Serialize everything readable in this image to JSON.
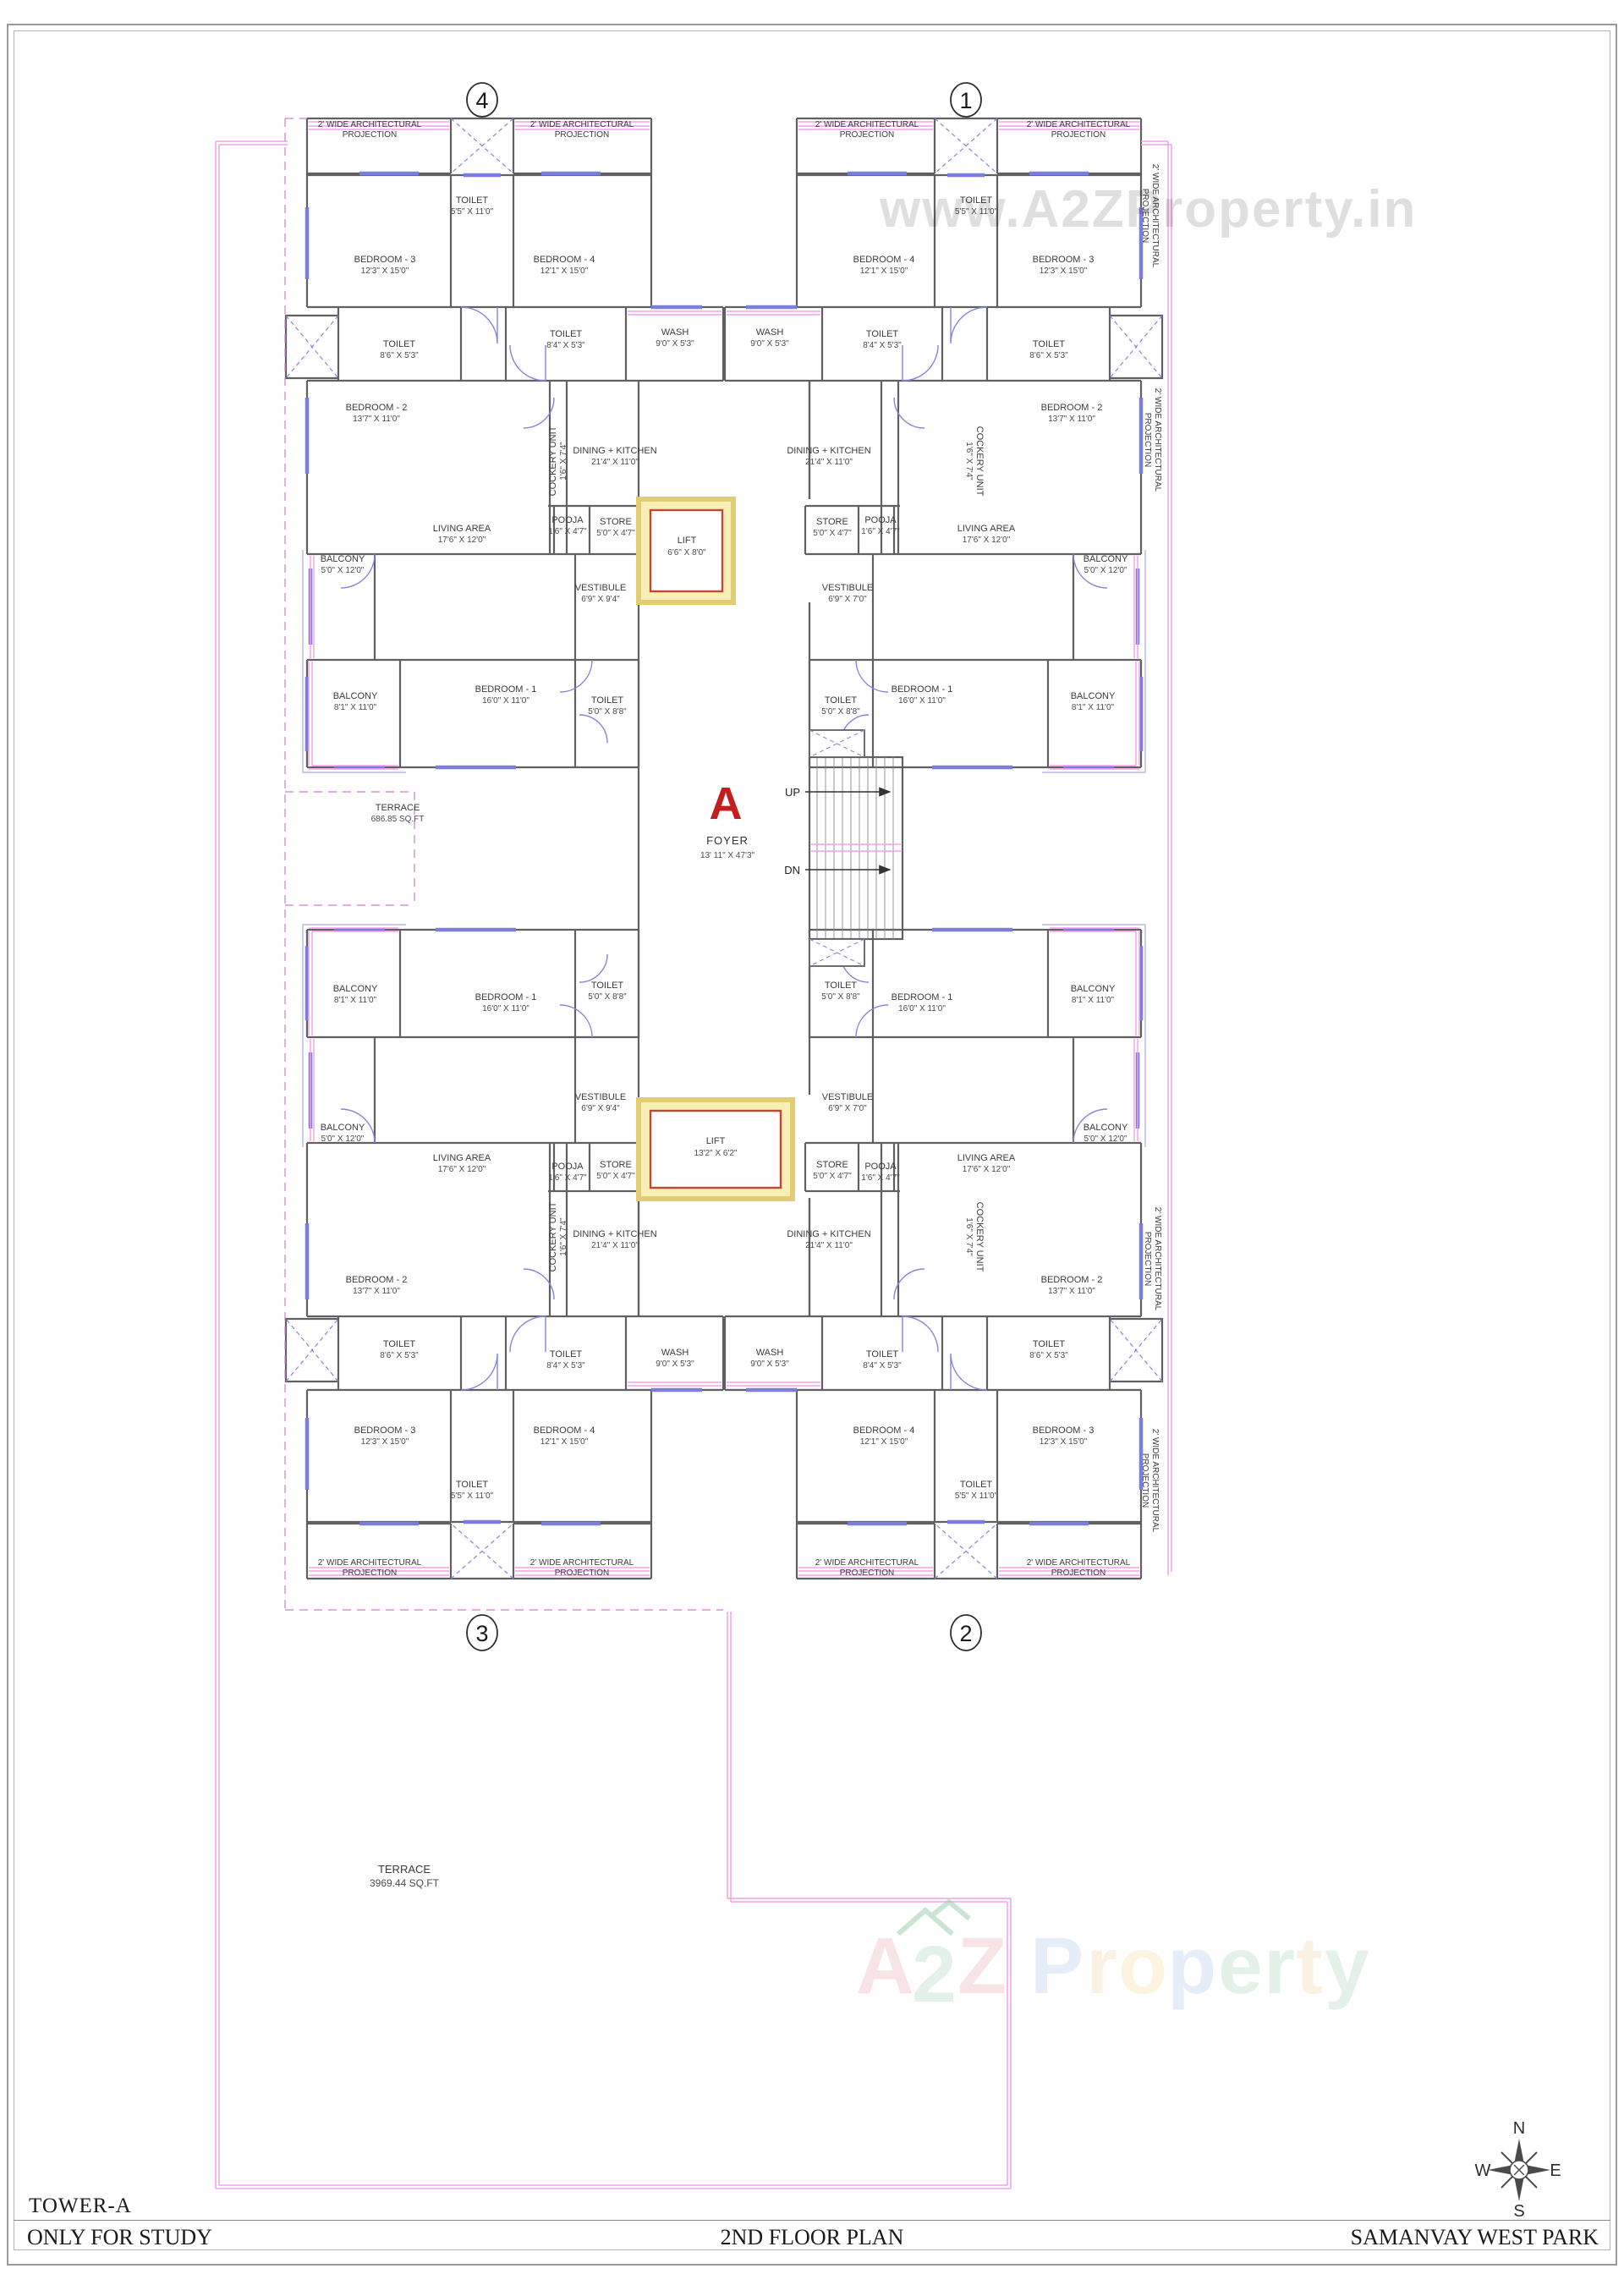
{
  "footer": {
    "tower": "TOWER-A",
    "only_for_study": "ONLY FOR STUDY",
    "floor_plan": "2ND FLOOR PLAN",
    "project": "SAMANVAY WEST PARK"
  },
  "watermark": {
    "site": "www.A2ZProperty.in",
    "brand_letters": [
      {
        "ch": "A"
      },
      {
        "ch": "2"
      },
      {
        "ch": "Z"
      },
      {
        "ch": "P"
      },
      {
        "ch": "r"
      },
      {
        "ch": "o"
      },
      {
        "ch": "p"
      },
      {
        "ch": "e"
      },
      {
        "ch": "r"
      },
      {
        "ch": "t"
      },
      {
        "ch": "y"
      }
    ]
  },
  "compass": {
    "north": "N",
    "south": "S",
    "east": "E",
    "west": "W"
  },
  "colors": {
    "wall": "#606060",
    "window_blue": "#7b7de0",
    "pink": "#f2a0ea",
    "dashed_magenta": "#c97fc9",
    "lift_fill": "#f8efb6",
    "lift_border": "#e3cd72",
    "lift_inner_stroke": "#bb4b31",
    "letter_a_red": "#c41e1e"
  },
  "plan": {
    "building_letter": "A",
    "foyer": {
      "name": "FOYER",
      "dims": "13' 11\" X 47'3\""
    },
    "lift_top": {
      "name": "LIFT",
      "dims": "6'6\" X 8'0\""
    },
    "lift_bottom": {
      "name": "LIFT",
      "dims": "13'2\" X 6'2\""
    },
    "stairs": {
      "up": "UP",
      "dn": "DN"
    },
    "units": {
      "top_left": "4",
      "top_right": "1",
      "bottom_left": "3",
      "bottom_right": "2"
    },
    "terrace_side": {
      "name": "TERRACE",
      "area": "686.85 SQ.FT"
    },
    "terrace_bottom": {
      "name": "TERRACE",
      "area": "3969.44 SQ.FT"
    },
    "projection": {
      "line1": "2' WIDE ARCHITECTURAL",
      "line2": "PROJECTION"
    },
    "vestibule_left": {
      "name": "VESTIBULE",
      "dims": "6'9\" X 9'4\""
    },
    "vestibule_right": {
      "name": "VESTIBULE",
      "dims": "6'9\" X 7'0\""
    },
    "wing_rooms": [
      {
        "name": "BEDROOM - 3",
        "dims": "12'3\" X 15'0\""
      },
      {
        "name": "TOILET",
        "dims": "5'5\" X 11'0\""
      },
      {
        "name": "BEDROOM - 4",
        "dims": "12'1\" X 15'0\""
      },
      {
        "name": "TOILET",
        "dims": "8'6\" X 5'3\""
      },
      {
        "name": "TOILET",
        "dims": "8'4\" X 5'3\""
      },
      {
        "name": "WASH",
        "dims": "9'0\" X 5'3\""
      },
      {
        "name": "BEDROOM - 2",
        "dims": "13'7\" X 11'0\""
      },
      {
        "name": "COCKERY UNIT",
        "dims": "1'6\" X 7'4\""
      },
      {
        "name": "DINING + KITCHEN",
        "dims": "21'4\" X 11'0\""
      },
      {
        "name": "LIVING AREA",
        "dims": "17'6\" X 12'0\""
      },
      {
        "name": "BALCONY",
        "dims": "5'0\" X 12'0\""
      },
      {
        "name": "POOJA",
        "dims": "1'6\" X 4'7\""
      },
      {
        "name": "STORE",
        "dims": "5'0\" X 4'7\""
      },
      {
        "name": "BEDROOM - 1",
        "dims": "16'0\" X 11'0\""
      },
      {
        "name": "TOILET",
        "dims": "5'0\" X 8'8\""
      },
      {
        "name": "BALCONY",
        "dims": "8'1\" X 11'0\""
      }
    ]
  }
}
